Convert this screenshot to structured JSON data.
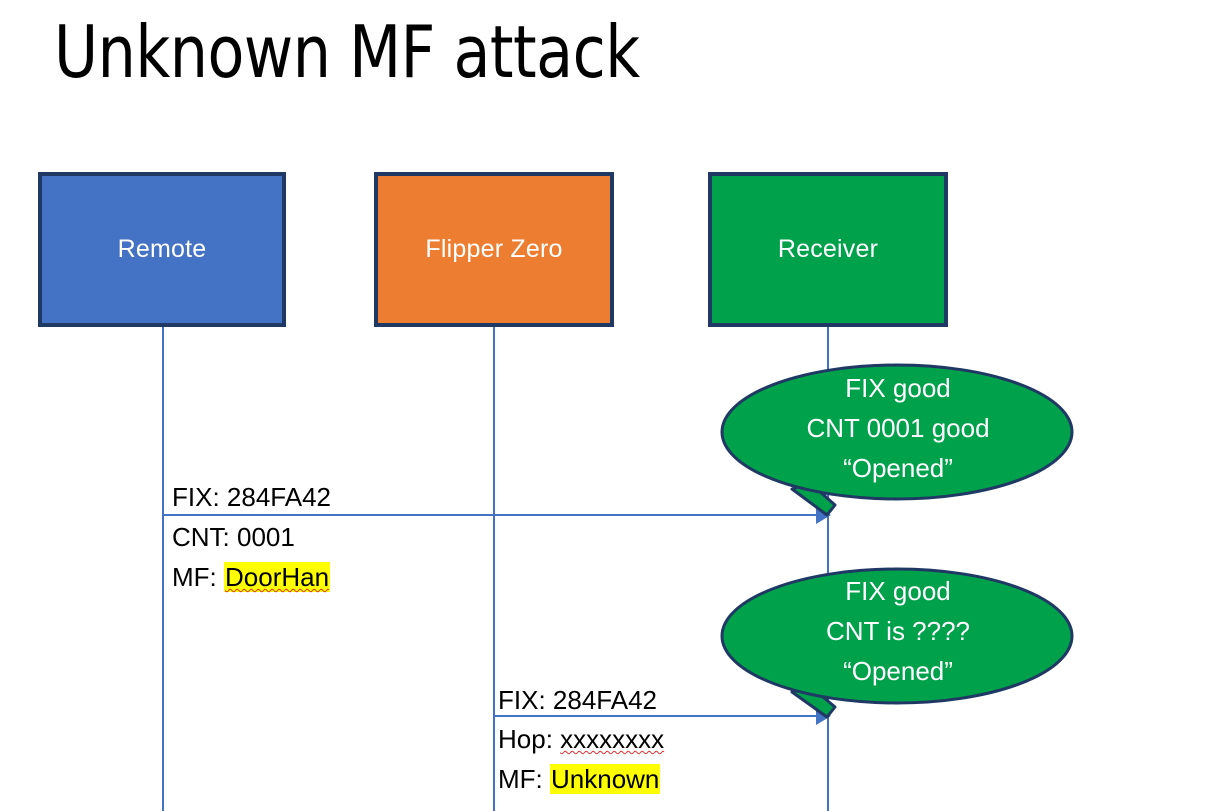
{
  "slide": {
    "title": "Unknown MF attack",
    "background": "#ffffff"
  },
  "colors": {
    "remote_fill": "#4472C4",
    "flipper_fill": "#ED7D31",
    "receiver_fill": "#00A14B",
    "box_border": "#1F3864",
    "line": "#4472C4",
    "highlight": "#FFFF00",
    "callout_fill": "#00A14B",
    "callout_border": "#1F3864",
    "text": "#000000",
    "box_text": "#FFFFFF"
  },
  "actors": [
    {
      "id": "remote",
      "label": "Remote"
    },
    {
      "id": "flipper",
      "label": "Flipper Zero"
    },
    {
      "id": "receiver",
      "label": "Receiver"
    }
  ],
  "messages": [
    {
      "id": "msg1",
      "from": "remote",
      "to": "receiver",
      "head": "FIX: 284FA42",
      "lines": [
        {
          "label": "CNT: ",
          "value": "0001",
          "highlight": false,
          "spellerror": false
        },
        {
          "label": "MF: ",
          "value": "DoorHan",
          "highlight": true,
          "spellerror": true
        }
      ]
    },
    {
      "id": "msg2",
      "from": "flipper",
      "to": "receiver",
      "head": "FIX: 284FA42",
      "lines": [
        {
          "label": "Hop: ",
          "value": "xxxxxxxx",
          "highlight": false,
          "spellerror": true
        },
        {
          "label": "MF: ",
          "value": "Unknown",
          "highlight": true,
          "spellerror": false
        }
      ]
    }
  ],
  "callouts": [
    {
      "id": "callout1",
      "lines": [
        "FIX good",
        "CNT 0001 good",
        "“Opened”"
      ]
    },
    {
      "id": "callout2",
      "lines": [
        "FIX good",
        "CNT is ????",
        "“Opened”"
      ]
    }
  ]
}
